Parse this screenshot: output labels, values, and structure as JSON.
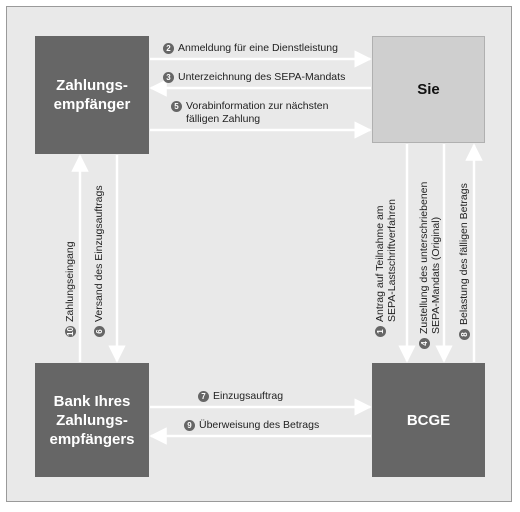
{
  "boxes": {
    "payee": [
      "Zahlungs-",
      "empfänger"
    ],
    "you": [
      "Sie"
    ],
    "bank": [
      "Bank Ihres",
      "Zahlungs-",
      "empfängers"
    ],
    "bcge": [
      "BCGE"
    ]
  },
  "steps": {
    "s1": {
      "num": "1",
      "lines": [
        "Antrag auf Teilnahme am",
        "SEPA-Lastschriftverfahren"
      ]
    },
    "s2": {
      "num": "2",
      "lines": [
        "Anmeldung für eine Dienstleistung"
      ]
    },
    "s3": {
      "num": "3",
      "lines": [
        "Unterzeichnung des SEPA-Mandats"
      ]
    },
    "s4": {
      "num": "4",
      "lines": [
        "Zustellung des unterschriebenen",
        "SEPA-Mandats (Original)"
      ]
    },
    "s5": {
      "num": "5",
      "lines": [
        "Vorabinformation zur nächsten",
        "fälligen Zahlung"
      ]
    },
    "s6": {
      "num": "6",
      "lines": [
        "Versand des Einzugsauftrags"
      ]
    },
    "s7": {
      "num": "7",
      "lines": [
        "Einzugsauftrag"
      ]
    },
    "s8": {
      "num": "8",
      "lines": [
        "Belastung des fälligen Betrags"
      ]
    },
    "s9": {
      "num": "9",
      "lines": [
        "Überweisung des Betrags"
      ]
    },
    "s10": {
      "num": "10",
      "lines": [
        "Zahlungseingang"
      ]
    }
  },
  "colors": {
    "dark_box": "#666666",
    "light_box": "#cfcfcf",
    "arrow": "#ffffff",
    "background": "#e9e9e9"
  }
}
